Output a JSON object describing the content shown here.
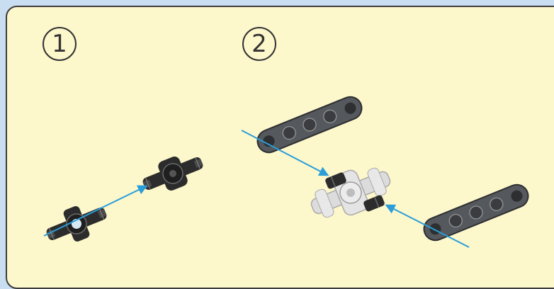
{
  "steps": [
    {
      "number": "1"
    },
    {
      "number": "2"
    }
  ],
  "colors": {
    "panel_bg": "#fdf7cc",
    "panel_border": "#3c3c3c",
    "page_bg": "#c9def0",
    "arrow": "#2a9ed8",
    "part_dark": "#2c2c2c",
    "beam": "#55585c",
    "connector_light": "#dcdcdc"
  },
  "icons": [
    "step-number-1",
    "step-number-2",
    "cross-axle-connector",
    "liftarm-beam",
    "axle-pin",
    "assembly-arrow"
  ]
}
